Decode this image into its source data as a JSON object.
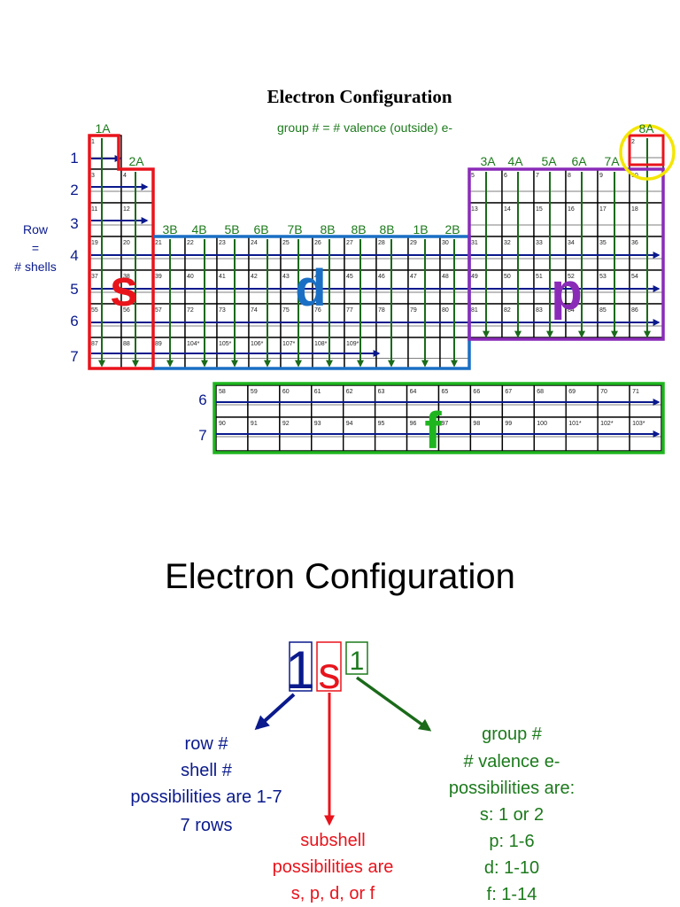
{
  "slide1": {
    "title": "Electron Configuration",
    "subtitle": "group # = # valence (outside) e-",
    "row_axis": [
      "Row",
      "=",
      "# shells"
    ],
    "row_numbers": [
      "1",
      "2",
      "3",
      "4",
      "5",
      "6",
      "7"
    ],
    "f_row_numbers": [
      "6",
      "7"
    ],
    "group_labels_a": [
      "1A",
      "2A",
      "3A",
      "4A",
      "5A",
      "6A",
      "7A",
      "8A"
    ],
    "group_labels_b": [
      "3B",
      "4B",
      "5B",
      "6B",
      "7B",
      "8B",
      "8B",
      "8B",
      "1B",
      "2B"
    ],
    "block_letters": {
      "s": "s",
      "p": "p",
      "d": "d",
      "f": "f"
    },
    "main_rows": [
      [
        "1",
        "",
        "",
        "",
        "",
        "",
        "",
        "",
        "",
        "",
        "",
        "",
        "",
        "",
        "",
        "",
        "",
        "2"
      ],
      [
        "3",
        "4",
        "",
        "",
        "",
        "",
        "",
        "",
        "",
        "",
        "",
        "",
        "5",
        "6",
        "7",
        "8",
        "9",
        "10"
      ],
      [
        "11",
        "12",
        "",
        "",
        "",
        "",
        "",
        "",
        "",
        "",
        "",
        "",
        "13",
        "14",
        "15",
        "16",
        "17",
        "18"
      ],
      [
        "19",
        "20",
        "21",
        "22",
        "23",
        "24",
        "25",
        "26",
        "27",
        "28",
        "29",
        "30",
        "31",
        "32",
        "33",
        "34",
        "35",
        "36"
      ],
      [
        "37",
        "38",
        "39",
        "40",
        "41",
        "42",
        "43",
        "44",
        "45",
        "46",
        "47",
        "48",
        "49",
        "50",
        "51",
        "52",
        "53",
        "54"
      ],
      [
        "55",
        "56",
        "57",
        "72",
        "73",
        "74",
        "75",
        "76",
        "77",
        "78",
        "79",
        "80",
        "81",
        "82",
        "83",
        "84",
        "85",
        "86"
      ],
      [
        "87",
        "88",
        "89",
        "104*",
        "105*",
        "106*",
        "107*",
        "108*",
        "109*",
        "",
        "",
        "",
        "",
        "",
        "",
        "",
        "",
        ""
      ]
    ],
    "f_rows": [
      [
        "58",
        "59",
        "60",
        "61",
        "62",
        "63",
        "64",
        "65",
        "66",
        "67",
        "68",
        "69",
        "70",
        "71"
      ],
      [
        "90",
        "91",
        "92",
        "93",
        "94",
        "95",
        "96",
        "97",
        "98",
        "99",
        "100",
        "101*",
        "102*",
        "103*"
      ]
    ],
    "colors": {
      "s": "#e8141c",
      "d": "#1a6fc4",
      "p": "#8a2bb8",
      "f": "#1fb51f",
      "green_text": "#1c7a1c",
      "navy": "#0a1a8c",
      "arrow_green": "#1a6a1a",
      "highlight": "#f4e600"
    }
  },
  "slide2": {
    "title": "Electron Configuration",
    "notation": {
      "row": "1",
      "subshell": "s",
      "group": "1"
    },
    "row_note": [
      "row #",
      "shell #",
      "possibilities are 1-7",
      "7 rows"
    ],
    "subshell_note": [
      "subshell",
      "possibilities are",
      "s, p, d, or f"
    ],
    "group_note": [
      "group #",
      "# valence e-",
      "possibilities are:",
      "s: 1 or 2",
      "p: 1-6",
      "d: 1-10",
      "f: 1-14"
    ],
    "colors": {
      "row": "#0a1a8c",
      "subshell": "#e8141c",
      "group": "#1c7a1c"
    }
  }
}
